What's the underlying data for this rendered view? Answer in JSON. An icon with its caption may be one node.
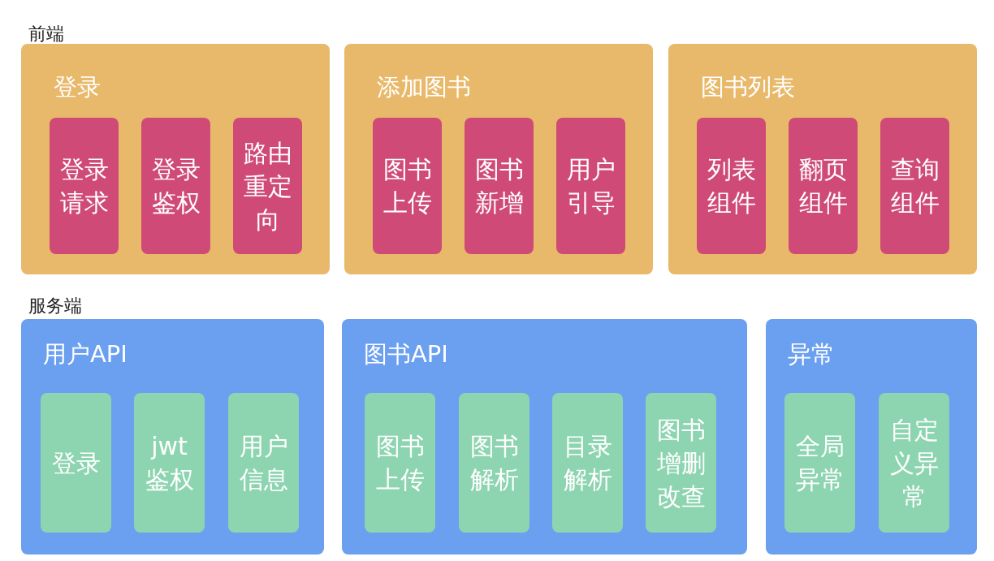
{
  "diagram": {
    "nodes": [
      {
        "text": [
          "登录"
        ]
      },
      {
        "text": [
          "登录请求"
        ],
        "in": 0
      },
      {
        "text": [
          "登录鉴权"
        ],
        "in": 0
      },
      {
        "text": [
          "路由重定向"
        ],
        "in": 0
      },
      {
        "text": [
          "添加图书"
        ]
      },
      {
        "text": [
          "图书上传"
        ],
        "in": 4
      },
      {
        "text": [
          "图书新增"
        ],
        "in": 4
      },
      {
        "text": [
          "用户引导"
        ],
        "in": 4
      },
      {
        "text": [
          "图书列表"
        ]
      },
      {
        "text": [
          "列表组件"
        ],
        "in": 8
      },
      {
        "text": [
          "翻页组件"
        ],
        "in": 8
      },
      {
        "text": [
          "查询组件"
        ],
        "in": 8
      },
      {
        "text": [
          "用户API"
        ]
      },
      {
        "text": [
          "登录"
        ],
        "in": 12
      },
      {
        "text": [
          "jwt鉴权"
        ],
        "in": 12
      },
      {
        "text": [
          "用户信息"
        ],
        "in": 12
      },
      {
        "text": [
          "图书API"
        ]
      },
      {
        "text": [
          "图书上传"
        ],
        "in": 16
      },
      {
        "text": [
          "图书解析"
        ],
        "in": 16
      },
      {
        "text": [
          "目录解析"
        ],
        "in": 16
      },
      {
        "text": [
          "图书增删改查"
        ],
        "in": 16
      },
      {
        "text": [
          "异常"
        ]
      },
      {
        "text": [
          "全局异常"
        ],
        "in": 21
      },
      {
        "text": [
          "自定义异常"
        ],
        "in": 21
      }
    ],
    "labels": [
      "前端",
      "服务端"
    ]
  }
}
